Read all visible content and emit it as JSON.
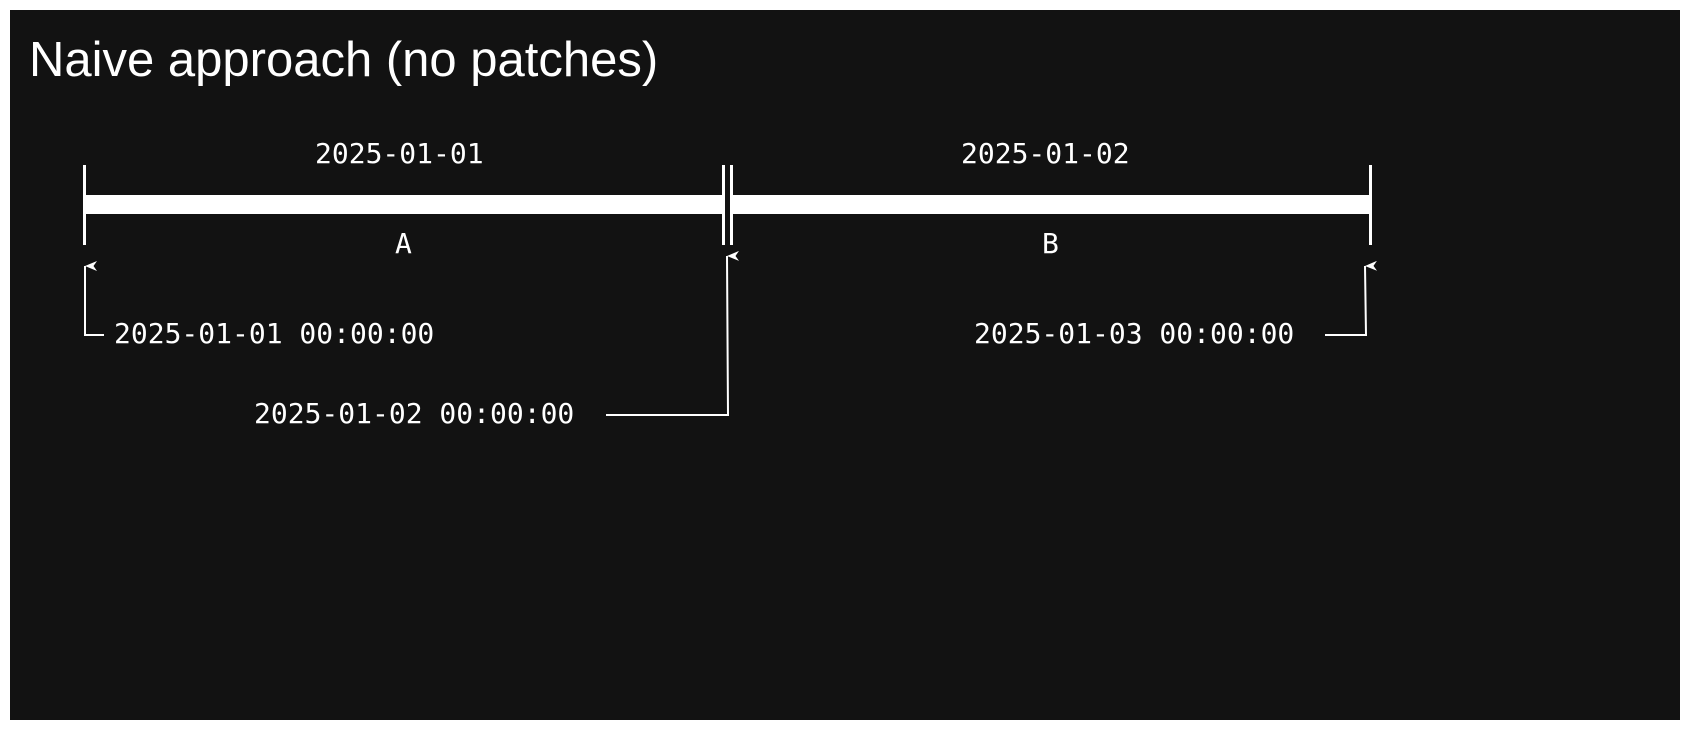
{
  "title": "Naive approach (no patches)",
  "colors": {
    "background": "#121212",
    "foreground": "#ffffff"
  },
  "segments": [
    {
      "date": "2025-01-01",
      "label": "A"
    },
    {
      "date": "2025-01-02",
      "label": "B"
    }
  ],
  "boundaries": [
    {
      "timestamp": "2025-01-01 00:00:00"
    },
    {
      "timestamp": "2025-01-02 00:00:00"
    },
    {
      "timestamp": "2025-01-03 00:00:00"
    }
  ]
}
